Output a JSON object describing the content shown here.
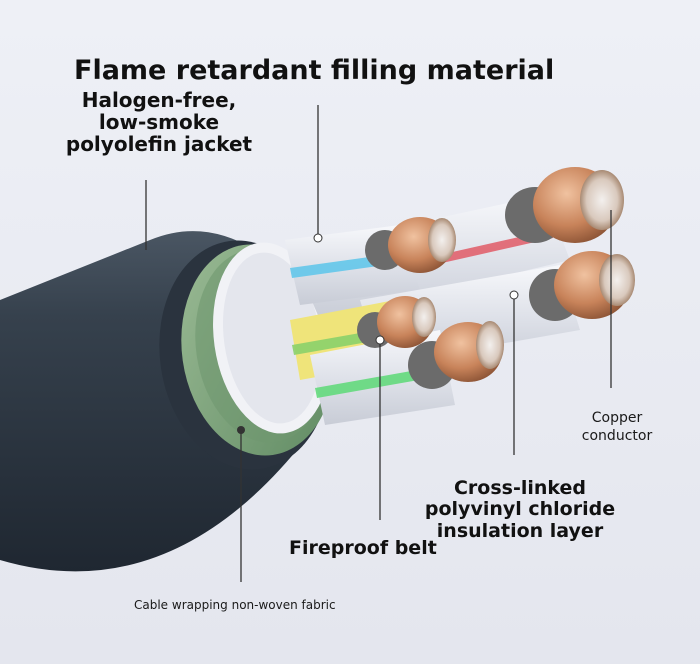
{
  "diagram": {
    "title": "Flame retardant filling material",
    "labels": {
      "jacket": "Halogen-free,\nlow-smoke\npolyolefin jacket",
      "copper": "Copper\nconductor",
      "insulation": "Cross-linked\npolyvinyl chloride\ninsulation layer",
      "belt": "Fireproof belt",
      "fabric": "Cable wrapping non-woven fabric"
    },
    "colors": {
      "background": "#e9ebf3",
      "jacket": "#2f3a47",
      "fabric_wrap": "#7fa07a",
      "filler": "#e6e8ef",
      "copper": "#c98a5c",
      "core_stripe_blue": "#63c6ea",
      "core_stripe_red": "#e05a66",
      "core_stripe_yellow": "#f2e35a",
      "core_stripe_green": "#63d97c",
      "leader_line": "#333333"
    }
  }
}
